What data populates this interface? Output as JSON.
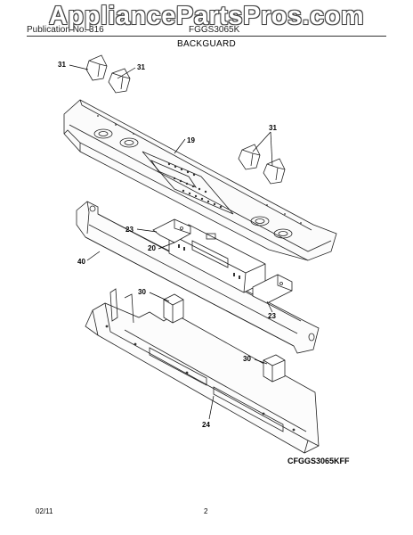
{
  "watermark": "AppliancePartsPros.com",
  "header": {
    "left_text": "Publication No. 316",
    "right_text": "FGGS3065K",
    "section_title": "BACKGUARD"
  },
  "callouts": {
    "knob_left_1": "31",
    "knob_left_2": "31",
    "knob_right": "31",
    "panel": "19",
    "bracket_top": "23",
    "control_board": "20",
    "trim": "40",
    "bracket_bottom": "23",
    "clip_left": "30",
    "clip_right": "30",
    "back_panel": "24"
  },
  "diagram_code": "CFGGS3065KFF",
  "footer": {
    "date": "02/11",
    "page_number": "2"
  }
}
